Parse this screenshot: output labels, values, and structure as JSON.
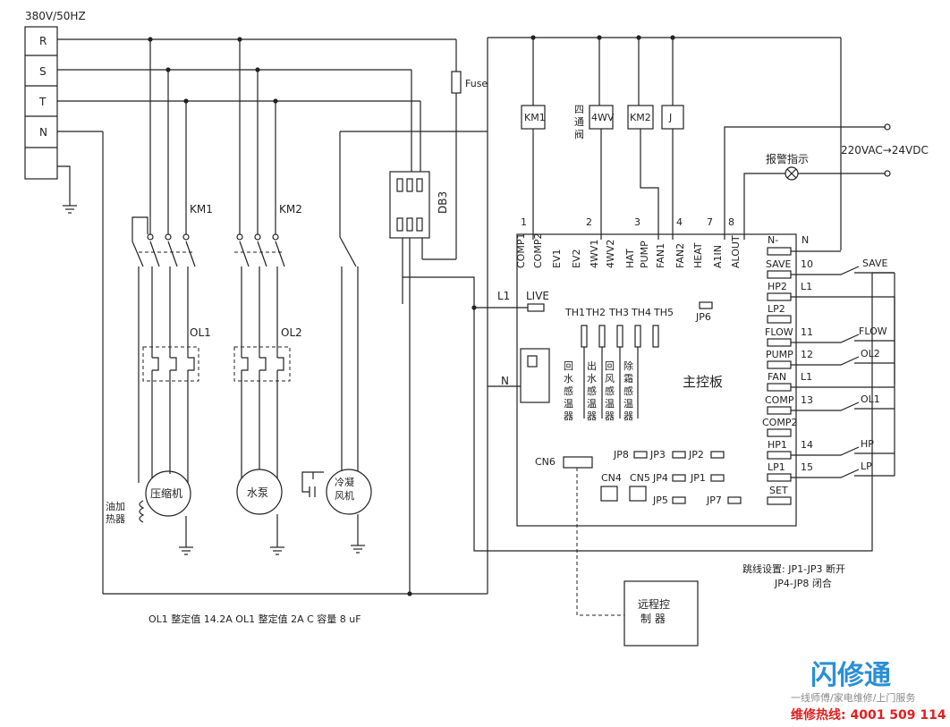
{
  "supply": "380V/50HZ",
  "phases": [
    "R",
    "S",
    "T",
    "N"
  ],
  "fuse": "Fuse",
  "db3": "DB3",
  "km1": "KM1",
  "km2": "KM2",
  "ol1": "OL1",
  "ol2": "OL2",
  "loads": {
    "compressor": "压缩机",
    "pump": "水泵",
    "fan": "冷凝\n风机",
    "heater": "油加\n热器"
  },
  "relays": {
    "km1": "KM1",
    "four_way": "4WV",
    "four_way_label": "四\n通\n阀",
    "km2": "KM2",
    "j": "J"
  },
  "transformer": "220VAC→24VDC",
  "alarm": "报警指示",
  "top_pins": {
    "numbers": [
      "1",
      "2",
      "3",
      "4",
      "7",
      "8"
    ],
    "labels": [
      "COMP1",
      "COMP2",
      "EV1",
      "EV2",
      "4WV1",
      "4WV2",
      "HAT",
      "PUMP",
      "FAN1",
      "FAN2",
      "HEAT",
      "A1IN",
      "ALOUT"
    ]
  },
  "board_title": "主控板",
  "live": "LIVE",
  "l1": "L1",
  "n": "N",
  "sensors": {
    "labels": [
      "TH1",
      "TH2",
      "TH3",
      "TH4",
      "TH5"
    ],
    "names": [
      "回水感温器",
      "出水感温器",
      "回风感温器",
      "除霜感温器"
    ]
  },
  "jumpers": [
    "JP6",
    "JP8",
    "JP3",
    "JP2",
    "JP4",
    "JP1",
    "JP5",
    "JP7"
  ],
  "connectors": [
    "CN6",
    "CN4",
    "CN5"
  ],
  "right_pins": {
    "labels": [
      "N-",
      "SAVE",
      "HP2",
      "LP2",
      "FLOW",
      "PUMP",
      "FAN",
      "COMP",
      "COMP2",
      "HP1",
      "LP1",
      "SET"
    ],
    "numbers": [
      "N",
      "10",
      "L1",
      "11",
      "12",
      "L1",
      "13",
      "14",
      "15"
    ]
  },
  "switches": [
    "SAVE",
    "FLOW",
    "OL2",
    "OL1",
    "HP",
    "LP"
  ],
  "remote": "远程控\n制 器",
  "jumper_note_1": "跳线设置: JP1-JP3 断开",
  "jumper_note_2": "JP4-JP8 闭合",
  "footnote": "OL1 整定值  14.2A    OL1 整定值 2A     C 容量 8 uF",
  "brand": {
    "name": "闪修通",
    "slogan": "一线师傅/家电维修/上门服务",
    "hotline": "维修热线: 4001 509 114"
  },
  "colors": {
    "line": "#222222",
    "brand": "#2a8fd6",
    "hotline": "#e02020"
  }
}
